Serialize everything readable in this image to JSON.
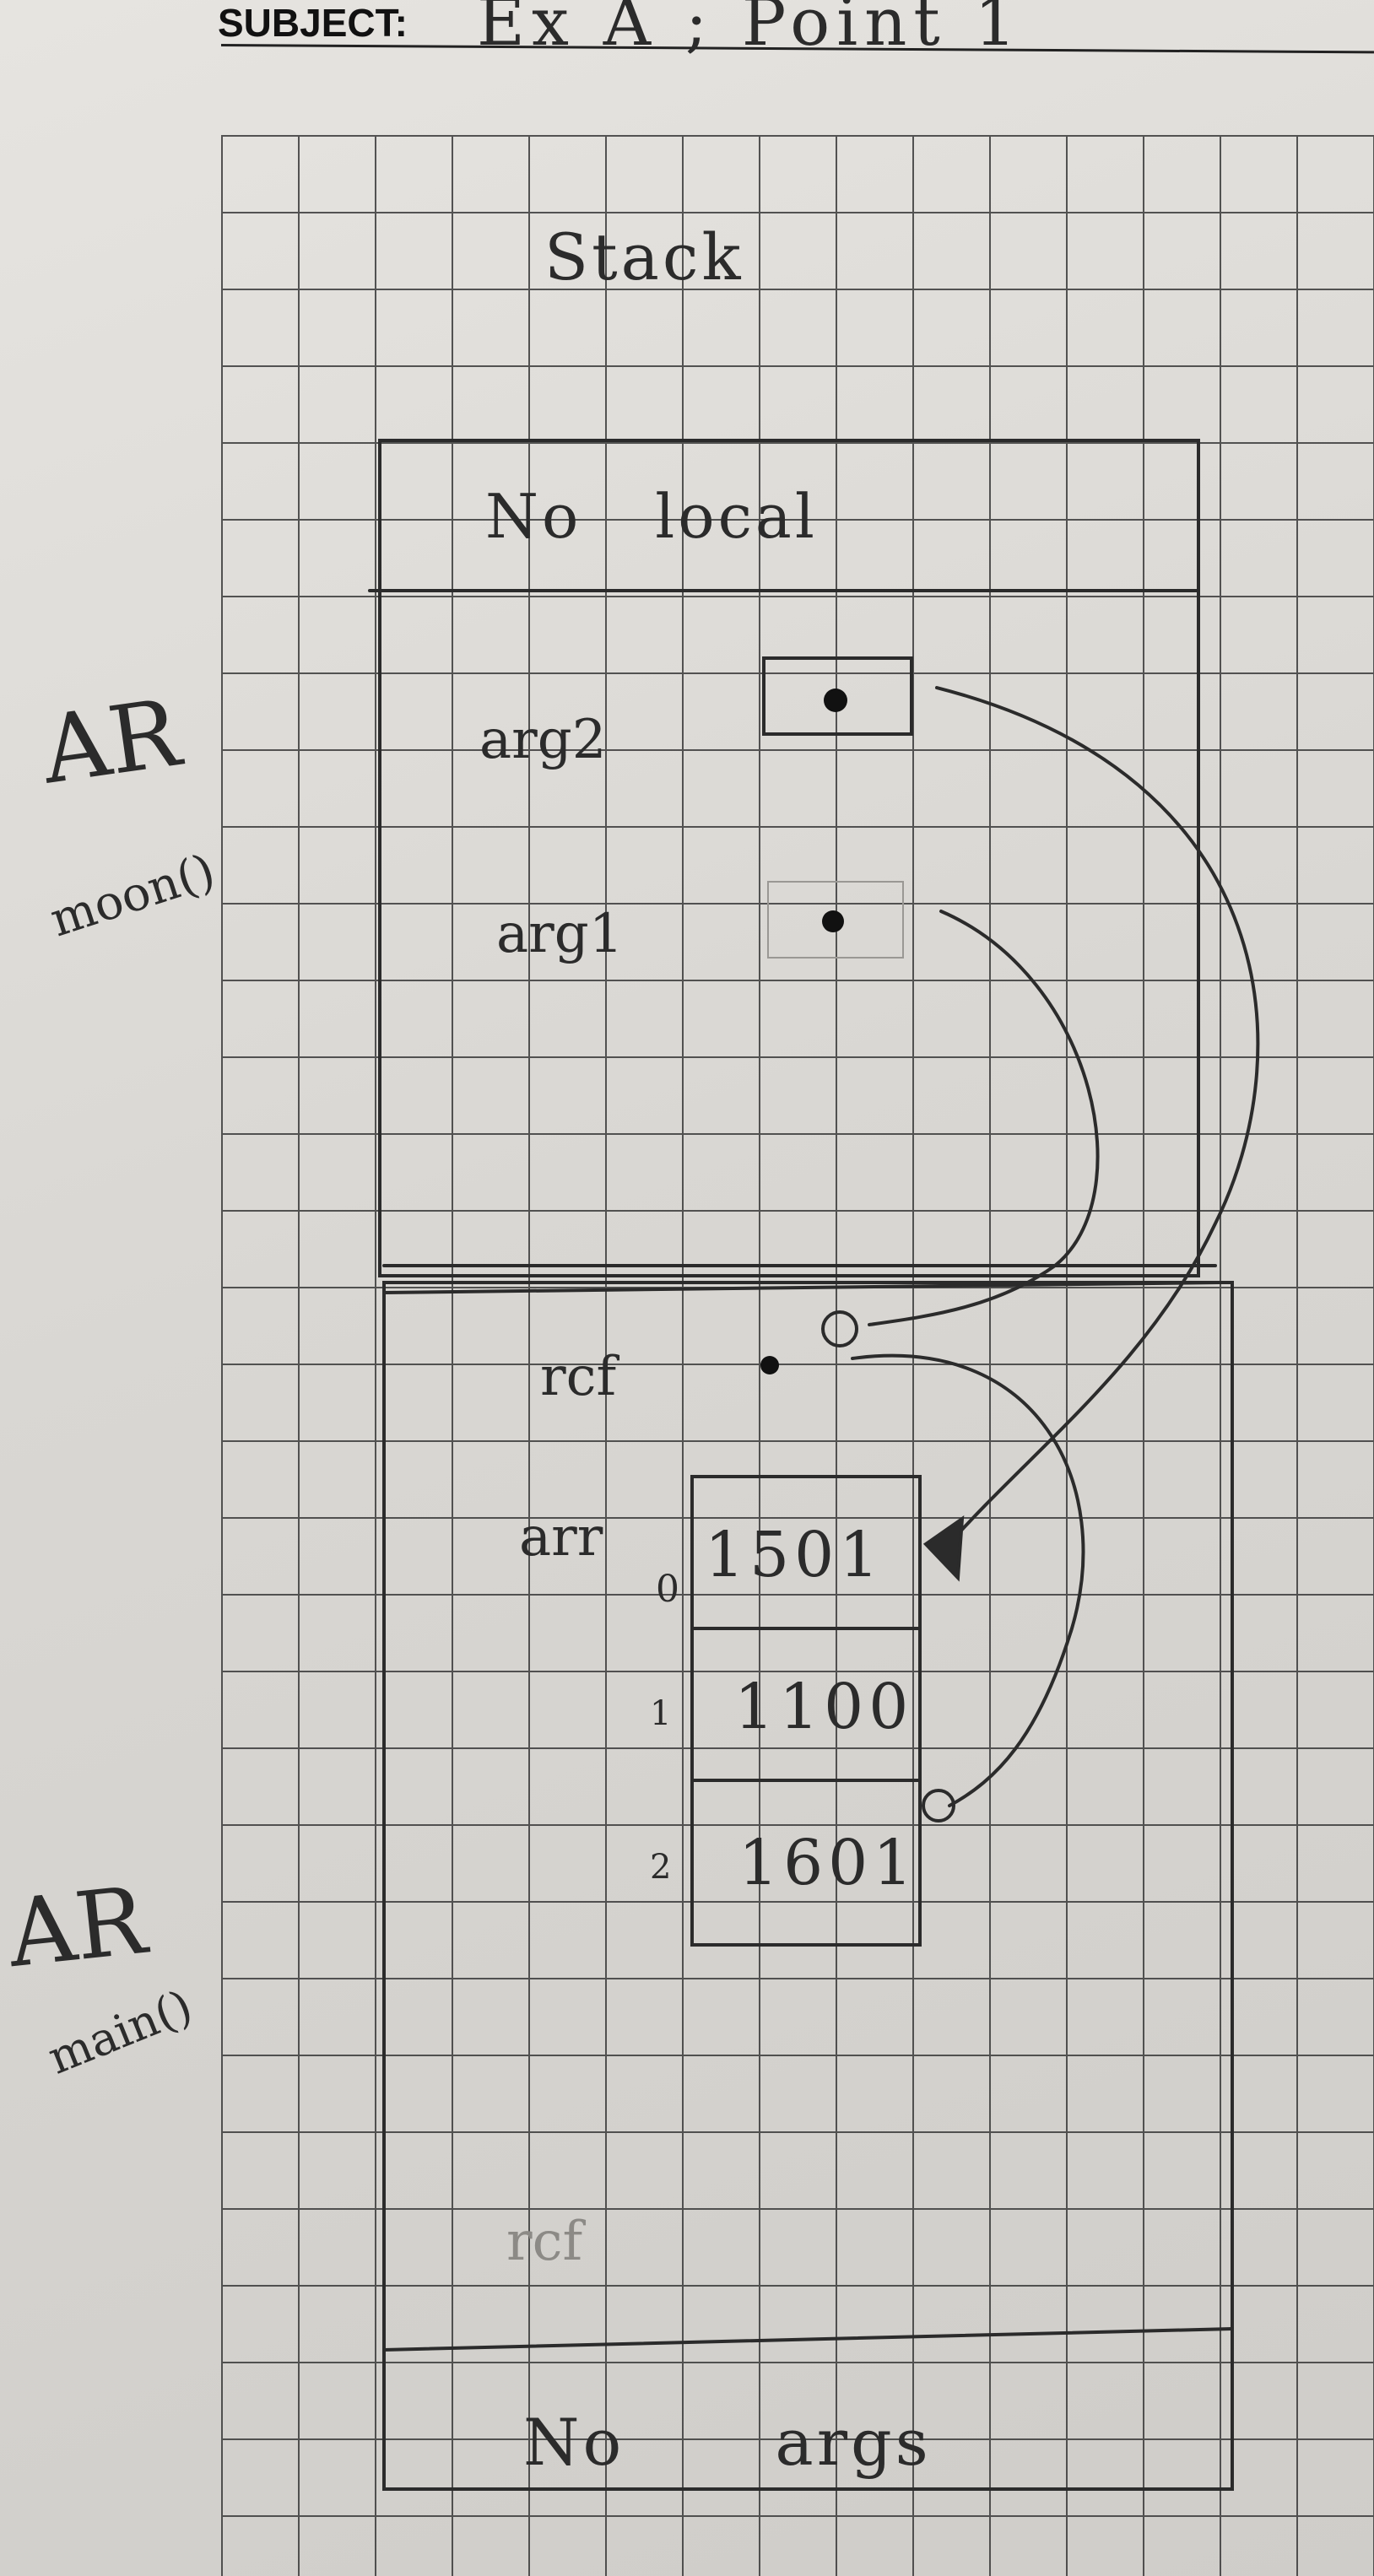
{
  "header": {
    "subject_label": "SUBJECT:",
    "subject_value": "Ex A ; Point 1"
  },
  "stack": {
    "title": "Stack",
    "moon_frame": {
      "ar_label": "AR",
      "function_label": "moon()",
      "locals_text": "No local",
      "args": [
        "arg2",
        "arg1"
      ]
    },
    "main_frame": {
      "ar_label": "AR",
      "function_label": "main()",
      "vars": [
        "rcf",
        "arr"
      ],
      "array_indices": [
        "0",
        "1",
        "2"
      ],
      "array_values": [
        "1501",
        "1100",
        "1601"
      ],
      "faint_text": "rcf",
      "args_text": "No args"
    }
  },
  "colors": {
    "paper": "#dcdad6",
    "ink": "#2b2b2b",
    "grid": "#3a3a3a"
  }
}
